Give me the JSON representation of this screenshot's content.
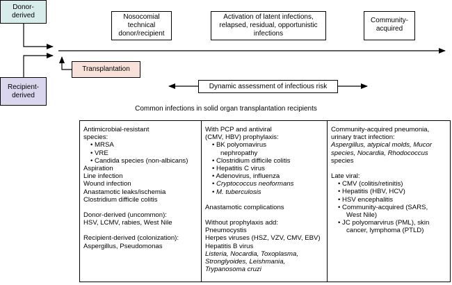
{
  "sources": {
    "donor": "Donor-\nderived",
    "recipient": "Recipient-\nderived"
  },
  "transplantation": "Transplantation",
  "timeline_headers": {
    "nosocomial": "Nosocomial\ntechnical\ndonor/recipient",
    "activation": "Activation of latent infections,\nrelapsed, residual, opportunistic\ninfections",
    "community": "Community-\nacquired"
  },
  "dynamic_assessment": "Dynamic assessment of infectious risk",
  "caption": "Common infections in solid organ transplantation recipients",
  "columns": {
    "col1": {
      "intro": [
        "Antimicrobial-resistant",
        "species:"
      ],
      "bullets": [
        "MRSA",
        "VRE",
        "Candida species (non-albicans)"
      ],
      "items": [
        "Aspiration",
        "Line infection",
        "Wound infection",
        "Anastamotic leaks/ischemia",
        "Clostridium difficile colitis"
      ],
      "donor_heading": "Donor-derived (uncommon):",
      "donor_items": "HSV, LCMV, rabies, West Nile",
      "recipient_heading": "Recipient-derived (colonization):",
      "recipient_items": "Aspergillus, Pseudomonas"
    },
    "col2": {
      "intro": [
        "With PCP and antiviral",
        "(CMV, HBV) prophylaxis:"
      ],
      "bullets": [
        "BK polyomavirus",
        "nephropathy",
        "Clostridium difficile colitis",
        "Hepatitis C virus",
        "Adenovirus, influenza",
        "Cryptococcus neoformans",
        "M. tuberculosis"
      ],
      "complications": "Anastamotic complications",
      "without_heading": "Without prophylaxis add:",
      "without_items": [
        "Pneumocystis",
        "Herpes viruses (HSZ, VZV, CMV, EBV)",
        "Hepatitis B virus"
      ],
      "italic_items": [
        "Listeria, Nocardia, Toxoplasma,",
        "Stronglyoides, Leishmania,",
        "Trypanosoma cruzi"
      ]
    },
    "col3": {
      "intro": [
        "Community-acquired pneumonia,",
        "urinary tract infection:"
      ],
      "fungi": [
        "Aspergillus, atypical molds, Mucor",
        "species, Nocardia, Rhodococcus",
        "species"
      ],
      "late_heading": "Late viral:",
      "bullets": [
        "CMV (colitis/retinitis)",
        "Hepatitis (HBV, HCV)",
        "HSV encephalitis",
        "Community-acquired (SARS,",
        "West Nile)",
        "JC polyomarvirus (PML), skin",
        "cancer, lymphoma (PTLD)"
      ]
    }
  }
}
